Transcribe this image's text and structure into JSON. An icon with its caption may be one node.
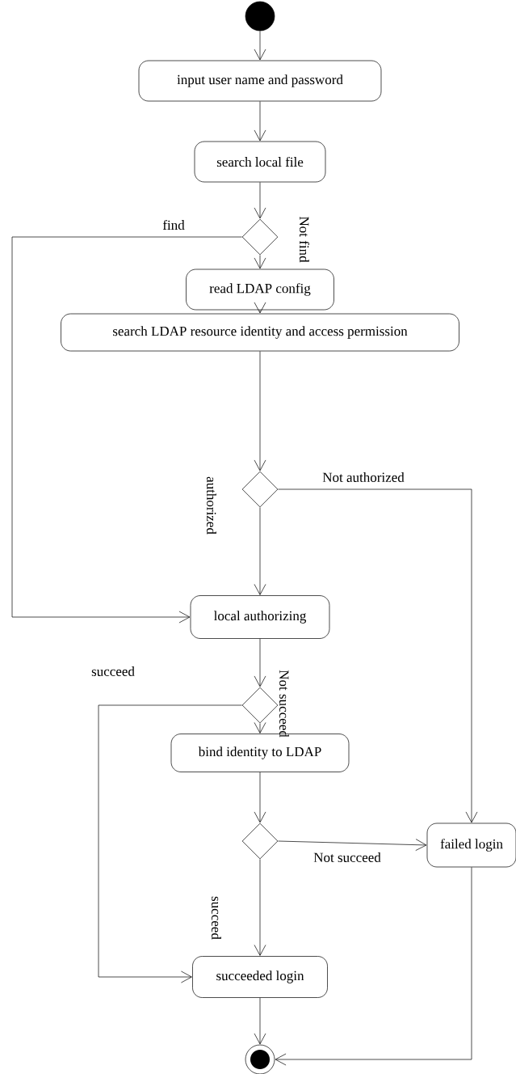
{
  "diagram": {
    "nodes": [
      {
        "text": [],
        "shape": "circle"
      },
      {
        "text": [
          "input user name and password"
        ]
      },
      {
        "text": [
          "search local file"
        ]
      },
      {
        "text": [],
        "shape": "diamond"
      },
      {
        "text": [
          "read LDAP config"
        ]
      },
      {
        "text": [
          "search LDAP resource identity and access permission"
        ]
      },
      {
        "text": [],
        "shape": "diamond"
      },
      {
        "text": [
          "local authorizing"
        ]
      },
      {
        "text": [],
        "shape": "diamond"
      },
      {
        "text": [
          "bind identity to LDAP"
        ]
      },
      {
        "text": [],
        "shape": "diamond"
      },
      {
        "text": [
          "failed login"
        ]
      },
      {
        "text": [
          "succeeded login"
        ]
      },
      {
        "text": [],
        "shape": "circle"
      }
    ],
    "edges": [
      {
        "from": 0,
        "to": 1,
        "arrow": "to"
      },
      {
        "from": 1,
        "to": 2,
        "arrow": "to"
      },
      {
        "from": 2,
        "to": 3,
        "arrow": "to"
      },
      {
        "from": 3,
        "to": 7,
        "arrow": "to",
        "label": "find"
      },
      {
        "from": 3,
        "to": 4,
        "arrow": "to",
        "label": "Not find"
      },
      {
        "from": 4,
        "to": 5,
        "arrow": "to"
      },
      {
        "from": 5,
        "to": 6,
        "arrow": "to"
      },
      {
        "from": 6,
        "to": 7,
        "arrow": "to",
        "label": "authorized"
      },
      {
        "from": 6,
        "to": 11,
        "arrow": "to",
        "label": "Not authorized"
      },
      {
        "from": 7,
        "to": 8,
        "arrow": "to"
      },
      {
        "from": 8,
        "to": 12,
        "arrow": "to",
        "label": "succeed"
      },
      {
        "from": 8,
        "to": 9,
        "arrow": "to",
        "label": "Not succeed"
      },
      {
        "from": 9,
        "to": 10,
        "arrow": "to"
      },
      {
        "from": 10,
        "to": 11,
        "arrow": "to",
        "label": "Not succeed"
      },
      {
        "from": 10,
        "to": 12,
        "arrow": "to",
        "label": "succeed"
      },
      {
        "from": 12,
        "to": 13,
        "arrow": "to"
      },
      {
        "from": 11,
        "to": 13,
        "arrow": "to"
      }
    ]
  }
}
